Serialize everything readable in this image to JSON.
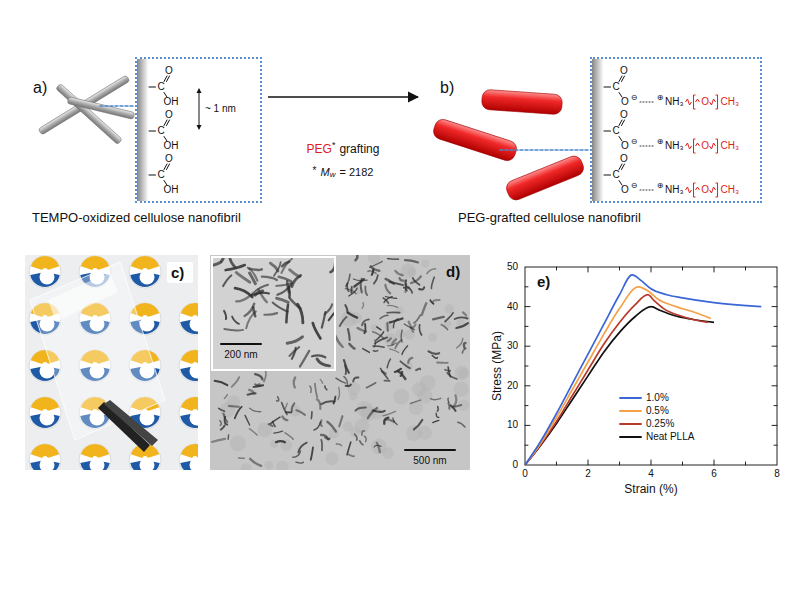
{
  "diagram": {
    "nodes": [
      {
        "text": [
          "C",
          "O",
          "OH",
          "C",
          "O",
          "OH",
          "C",
          "O",
          "OH",
          "~ 1 nm"
        ]
      },
      {
        "text": [
          "C",
          "O",
          "O",
          "⊖",
          "⊕",
          "NH₃",
          "O",
          "CH₃",
          "C",
          "O",
          "O",
          "⊖",
          "⊕",
          "NH₃",
          "O",
          "CH₃",
          "C",
          "O",
          "O",
          "⊖",
          "⊕",
          "NH₃",
          "O",
          "CH₃"
        ]
      }
    ],
    "labels": [
      "a)",
      "TEMPO-oxidized cellulose nanofibril",
      "PEG",
      "*",
      "grafting",
      "*",
      "M",
      "w",
      "= 2182",
      "b)",
      "PEG-grafted cellulose nanofibril",
      "c)",
      "d)",
      "200 nm",
      "500 nm",
      "e)",
      "Stress (MPa)",
      "Strain (%)",
      "0",
      "10",
      "20",
      "30",
      "40",
      "50",
      "0",
      "2",
      "4",
      "6",
      "8"
    ],
    "legend": [
      {
        "text": "1.0%"
      },
      {
        "text": "0.5%"
      },
      {
        "text": "0.25%"
      },
      {
        "text": "Neat PLLA"
      }
    ]
  }
}
